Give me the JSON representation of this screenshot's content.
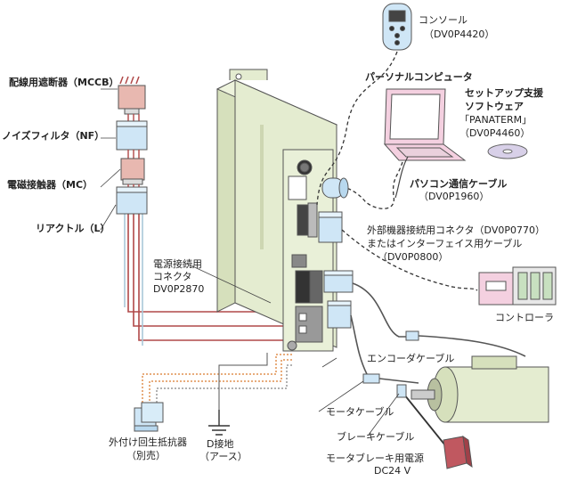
{
  "labels": {
    "mccb": "配線用遮断器（MCCB）",
    "noise_filter": "ノイズフィルタ（NF）",
    "contactor": "電磁接触器（MC）",
    "reactor": "リアクトル（L）",
    "power_conn_1": "電源接続用",
    "power_conn_2": "コネクタ",
    "power_conn_3": "DV0P2870",
    "console_1": "コンソール",
    "console_2": "（DV0P4420）",
    "pc": "パーソナルコンピュータ",
    "setup_1": "セットアップ支援",
    "setup_2": "ソフトウェア",
    "setup_3": "「PANATERM」",
    "setup_4": "（DV0P4460）",
    "pc_cable_1": "パソコン通信ケーブル",
    "pc_cable_2": "（DV0P1960）",
    "ext_1": "外部機器接続用コネクタ（DV0P0770）",
    "ext_2": "またはインターフェイス用ケーブル",
    "ext_3": "（DV0P0800）",
    "controller": "コントローラ",
    "encoder_cable": "エンコーダケーブル",
    "motor_cable": "モータケーブル",
    "brake_cable": "ブレーキケーブル",
    "brake_psu_1": "モータブレーキ用電源",
    "brake_psu_2": "DC24 V",
    "regen_1": "外付け回生抵抗器",
    "regen_2": "（別売）",
    "ground_1": "D接地",
    "ground_2": "（アース）"
  },
  "colors": {
    "driver_body": "#e4ecd0",
    "connector_blue": "#cfe6f6",
    "pink_box": "#e8b8b0",
    "laptop": "#f4d0e0",
    "brake_psu": "#c05860"
  }
}
